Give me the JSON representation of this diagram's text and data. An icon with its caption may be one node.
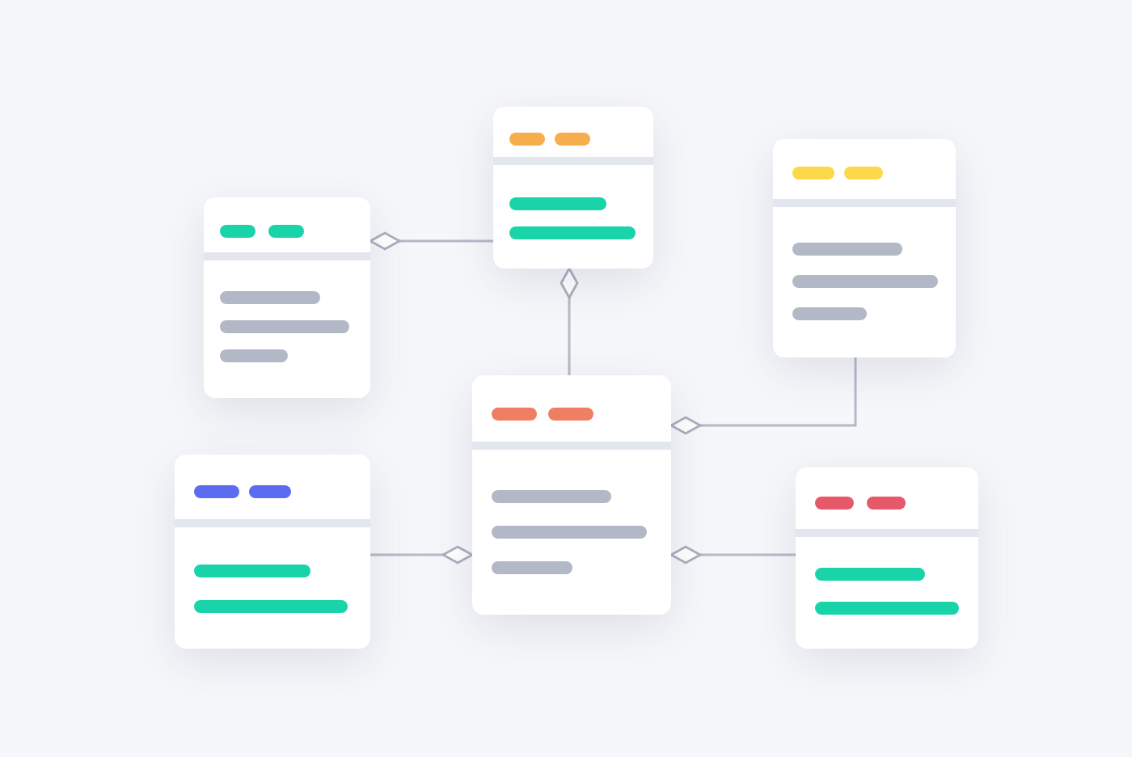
{
  "diagram": {
    "nodes": [
      {
        "text": [],
        "shape": "box"
      },
      {
        "text": [],
        "shape": "box"
      },
      {
        "text": [],
        "shape": "box"
      },
      {
        "text": [],
        "shape": "box"
      },
      {
        "text": [],
        "shape": "box"
      },
      {
        "text": [],
        "shape": "box"
      }
    ],
    "edges": [
      {
        "from": 0,
        "to": 2,
        "arrow": "other"
      },
      {
        "from": 3,
        "to": 0,
        "arrow": "other"
      },
      {
        "from": 1,
        "to": 3,
        "arrow": "other"
      },
      {
        "from": 4,
        "to": 3,
        "arrow": "other"
      },
      {
        "from": 5,
        "to": 3,
        "arrow": "other"
      }
    ]
  }
}
